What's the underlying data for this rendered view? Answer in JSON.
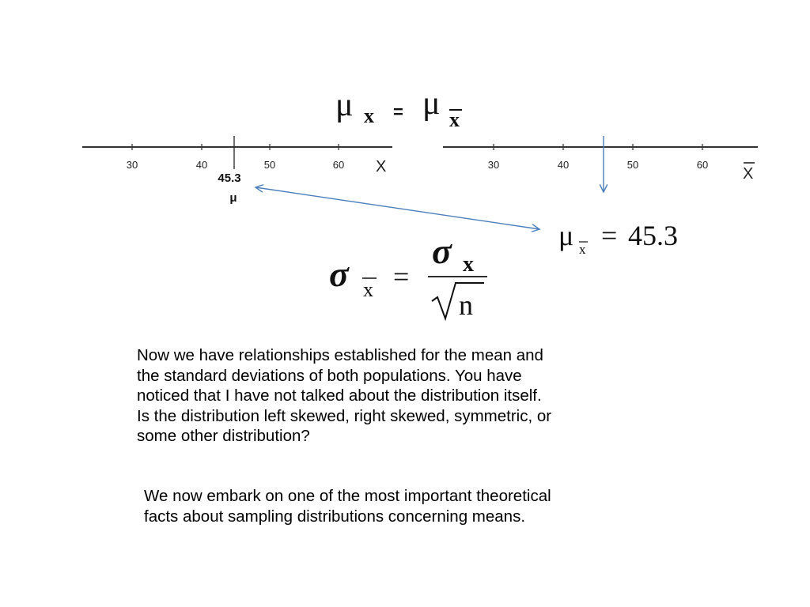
{
  "top_equation": {
    "left_symbol": "μ",
    "left_subscript": "x",
    "equals": "=",
    "right_symbol": "μ",
    "right_subscript": "x"
  },
  "left_axis": {
    "ticks": [
      "30",
      "40",
      "50",
      "60"
    ],
    "variable": "X",
    "marker_value": "45.3",
    "marker_symbol": "μ"
  },
  "right_axis": {
    "ticks": [
      "30",
      "40",
      "50",
      "60"
    ],
    "variable": "X"
  },
  "mean_result": {
    "symbol": "μ",
    "subscript": "x",
    "equals": "=",
    "value": "45.3"
  },
  "sigma_formula": {
    "sigma": "σ",
    "left_subscript": "x",
    "equals": "=",
    "numerator_subscript": "x",
    "sqrt_symbol": "√",
    "denominator": "n"
  },
  "paragraphs": [
    "Now we have relationships established for the mean and\nthe standard deviations of both populations.  You have\nnoticed that I have not talked about the distribution itself.\nIs the distribution left skewed, right skewed, symmetric, or\nsome other distribution?",
    "We now embark on one of the most important theoretical\nfacts about sampling distributions concerning means."
  ],
  "colors": {
    "arrow": "#4a7ebb",
    "axis": "#333333",
    "text": "#000000"
  }
}
